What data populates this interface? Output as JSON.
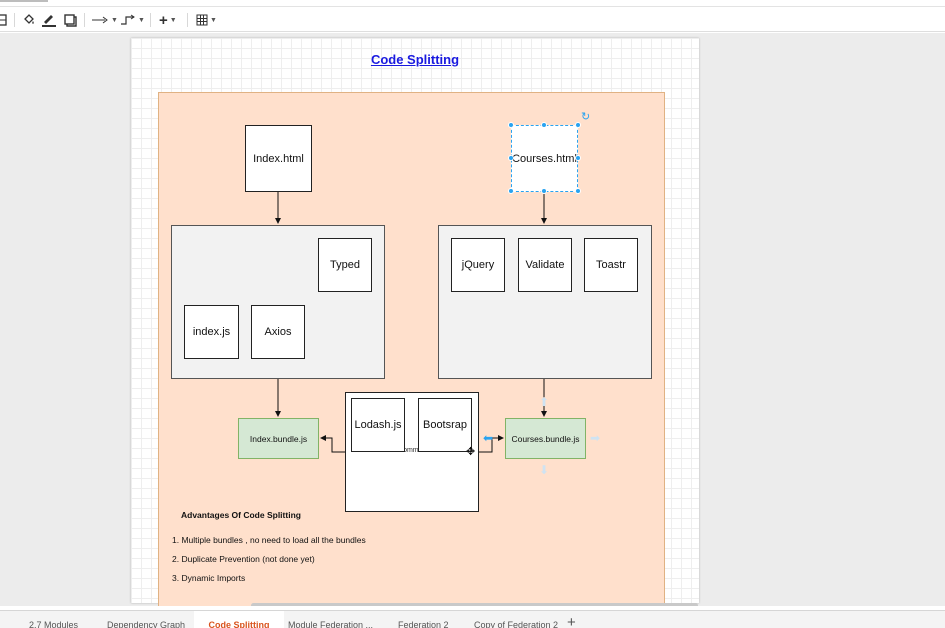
{
  "toolbar": {
    "items": [
      "format-panel-icon",
      "fill-color-icon",
      "line-color-icon",
      "shadow-icon",
      "connection-icon",
      "waypoints-icon",
      "insert-icon",
      "table-icon"
    ]
  },
  "diagram": {
    "title": "Code Splitting",
    "nodes": {
      "index_html": "Index.html",
      "courses_html": "Courses.html",
      "typed": "Typed",
      "index_js": "index.js",
      "axios": "Axios",
      "jquery": "jQuery",
      "validate": "Validate",
      "toastr": "Toastr",
      "lodash": "Lodash.js",
      "bootsrap": "Bootsrap",
      "common": "common",
      "index_bundle": "Index.bundle.js",
      "courses_bundle": "Courses.bundle.js"
    },
    "notes": {
      "heading": "Advantages Of Code Splitting",
      "items": [
        "1. Multiple bundles , no need to load all the bundles",
        "2. Duplicate Prevention (not done yet)",
        "3. Dynamic Imports"
      ]
    }
  },
  "tabs": [
    {
      "label": "2.7 Modules",
      "active": false
    },
    {
      "label": "Dependency Graph",
      "active": false
    },
    {
      "label": "Code Splitting",
      "active": true
    },
    {
      "label": "Module Federation ...",
      "active": false
    },
    {
      "label": "Federation 2",
      "active": false
    },
    {
      "label": "Copy of Federation 2",
      "active": false
    }
  ],
  "colors": {
    "container_fill": "#ffe0cc",
    "bundle_fill": "#d5e8d4",
    "selection": "#29a3f0",
    "active_tab": "#d9541e",
    "title": "#1a1ae0"
  }
}
